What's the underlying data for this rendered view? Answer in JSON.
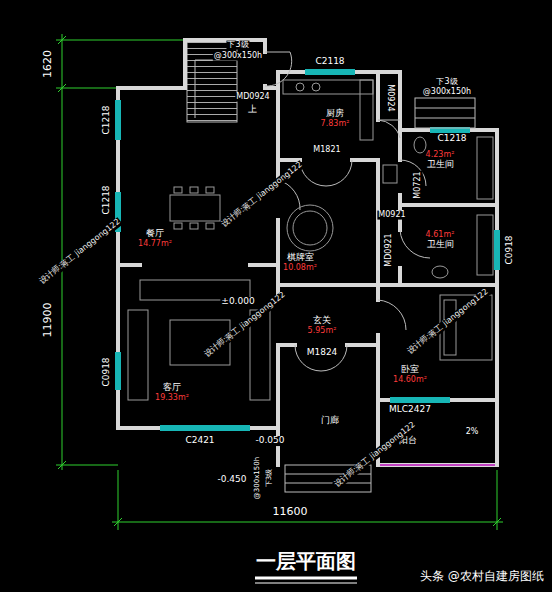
{
  "diagram": {
    "title": "一层平面图",
    "caption": "头条 @农村自建房图纸",
    "nodes": [
      {
        "text": [
          "餐厅",
          "14.77m²"
        ]
      },
      {
        "text": [
          "厨房",
          "7.83m²"
        ]
      },
      {
        "text": [
          "4.23m²",
          "卫生间"
        ]
      },
      {
        "text": [
          "棋牌室",
          "10.08m²"
        ]
      },
      {
        "text": [
          "4.61m²",
          "卫生间"
        ]
      },
      {
        "text": [
          "客厅",
          "19.33m²"
        ]
      },
      {
        "text": [
          "玄关",
          "5.95m²"
        ]
      },
      {
        "text": [
          "卧室",
          "14.60m²"
        ]
      },
      {
        "text": [
          "门廊"
        ]
      },
      {
        "text": [
          "阳台"
        ]
      }
    ],
    "labels": [
      "1620",
      "11900",
      "下3级",
      "@300x150h",
      "MD0924",
      "上",
      "C2118",
      "M0924",
      "M1821",
      "下3级",
      "@300x150h",
      "C1218",
      "C1218",
      "C1218",
      "M0921",
      "M0721",
      "MD0921",
      "C0918",
      "C0918",
      "±0.000",
      "M1824",
      "MLC2427",
      "2%",
      "C2421",
      "-0.050",
      "-0.450",
      "下3级",
      "@300x150h",
      "11600",
      "设计师:蒋工 jianggong122",
      "设计师:蒋工 jianggong122",
      "设计师:蒋工 jianggong122",
      "设计师:蒋工 jianggong122",
      "设计师:蒋工 jianggong122"
    ]
  }
}
